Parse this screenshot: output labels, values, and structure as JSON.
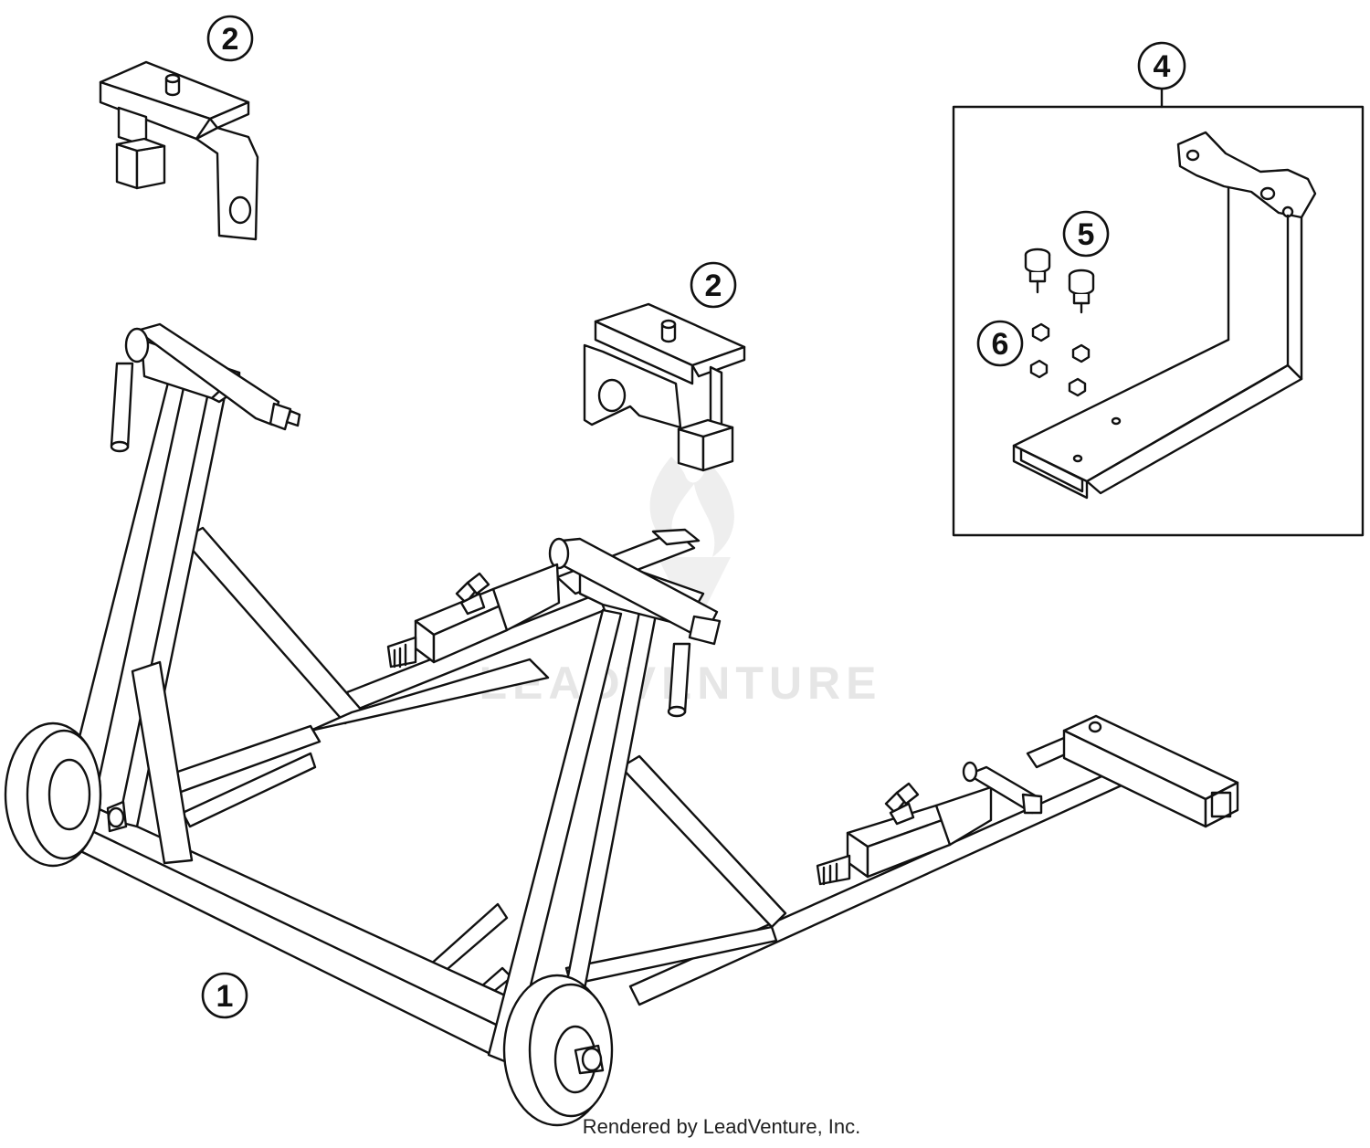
{
  "callouts": {
    "c1": "1",
    "c2a": "2",
    "c2b": "2",
    "c4": "4",
    "c5": "5",
    "c6": "6"
  },
  "watermark": {
    "brand": "LEADVENTURE"
  },
  "footer": {
    "credit": "Rendered by LeadVenture, Inc."
  },
  "colors": {
    "line": "#111111",
    "watermark": "#e6e6e6",
    "background": "#ffffff"
  }
}
